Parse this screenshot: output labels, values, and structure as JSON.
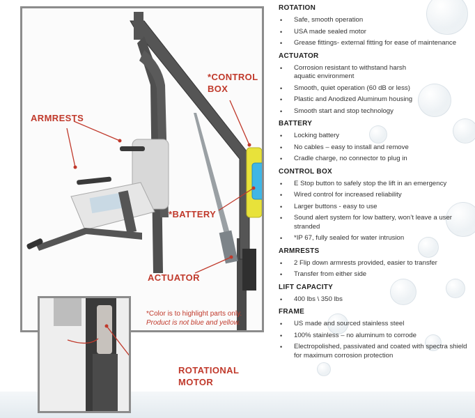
{
  "callouts": {
    "armrests": "ARMRESTS",
    "control_box_line1": "*CONTROL",
    "control_box_line2": "BOX",
    "battery": "*BATTERY",
    "actuator": "ACTUATOR",
    "rotational_line1": "ROTATIONAL",
    "rotational_line2": "MOTOR"
  },
  "note": {
    "line1": "*Color is to highlight parts only.",
    "line2": "Product is not blue and yellow."
  },
  "sections": [
    {
      "title": "ROTATION",
      "items": [
        "Safe, smooth operation",
        "USA made sealed motor",
        "Grease fittings- external fitting for ease of maintenance"
      ]
    },
    {
      "title": "ACTUATOR",
      "items": [
        "Corrosion resistant to withstand harsh aquatic environment",
        "Smooth, quiet operation (60 dB or less)",
        "Plastic and Anodized Aluminum housing",
        "Smooth start and stop technology"
      ]
    },
    {
      "title": "BATTERY",
      "items": [
        "Locking battery",
        "No cables – easy to install and remove",
        "Cradle charge, no connector to plug in"
      ]
    },
    {
      "title": "CONTROL BOX",
      "items": [
        "E Stop button to safely stop the lift in an emergency",
        "Wired control for increased reliability",
        "Larger buttons - easy to use",
        "Sound alert system for low battery, won’t leave a user stranded",
        "*IP 67, fully sealed for water intrusion"
      ]
    },
    {
      "title": "ARMRESTS",
      "items": [
        "2 Flip down armrests provided, easier to transfer",
        "Transfer from either side"
      ]
    },
    {
      "title": "LIFT CAPACITY",
      "items": [
        "400 lbs \\ 350 lbs"
      ]
    },
    {
      "title": "FRAME",
      "items": [
        "US made and sourced stainless steel",
        "100% stainless –  no aluminum to corrode",
        "Electropolished, passivated and coated with spectra shield for maximum corrosion protection"
      ]
    }
  ],
  "colors": {
    "callout": "#c0392b",
    "battery_highlight": "#3fb6e6",
    "control_box_highlight": "#e8e23a",
    "frame": "#4a4a4a"
  }
}
